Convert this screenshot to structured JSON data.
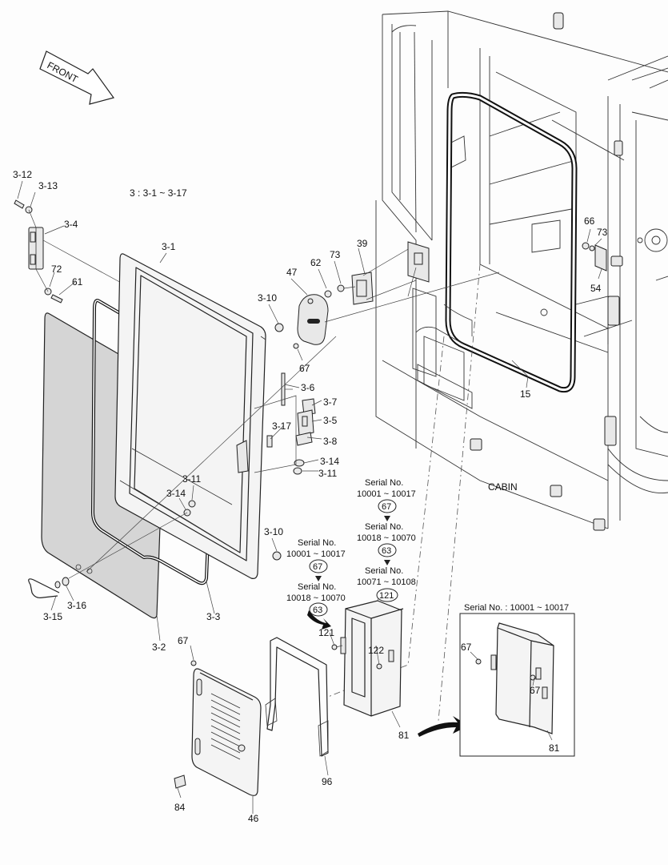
{
  "direction_label": "FRONT",
  "assembly_note": "3 : 3-1 ~ 3-17",
  "cabin_label": "CABIN",
  "parts": {
    "p3_12": "3-12",
    "p3_13": "3-13",
    "p3_4": "3-4",
    "p72": "72",
    "p61": "61",
    "p3_1": "3-1",
    "p3_10a": "3-10",
    "p3_10b": "3-10",
    "p47": "47",
    "p62": "62",
    "p73a": "73",
    "p39": "39",
    "p67a": "67",
    "p3_6": "3-6",
    "p3_7": "3-7",
    "p3_5": "3-5",
    "p3_17": "3-17",
    "p3_8": "3-8",
    "p3_14a": "3-14",
    "p3_11a": "3-11",
    "p3_11b": "3-11",
    "p3_14b": "3-14",
    "p3_16": "3-16",
    "p3_15": "3-15",
    "p3_3": "3-3",
    "p3_2": "3-2",
    "p15": "15",
    "p66": "66",
    "p73b": "73",
    "p54": "54",
    "p67b": "67",
    "p84": "84",
    "p46": "46",
    "p96": "96",
    "p121a": "121",
    "p122": "122",
    "p81a": "81",
    "p67c": "67",
    "p67d": "67",
    "p81b": "81"
  },
  "serial_callouts": {
    "a_label": "Serial No.",
    "a_range": "10001 ~ 10017",
    "a_part": "67",
    "b_label": "Serial No.",
    "b_range": "10018 ~ 10070",
    "b_part": "63",
    "c_label": "Serial No.",
    "c_range": "10071 ~ 10108",
    "c_part": "121",
    "d_label": "Serial No.",
    "d_range": "10001 ~ 10017",
    "d_part": "67",
    "e_label": "Serial No.",
    "e_range": "10018 ~ 10070",
    "e_part": "63"
  },
  "inset_title": "Serial No. : 10001 ~ 10017"
}
